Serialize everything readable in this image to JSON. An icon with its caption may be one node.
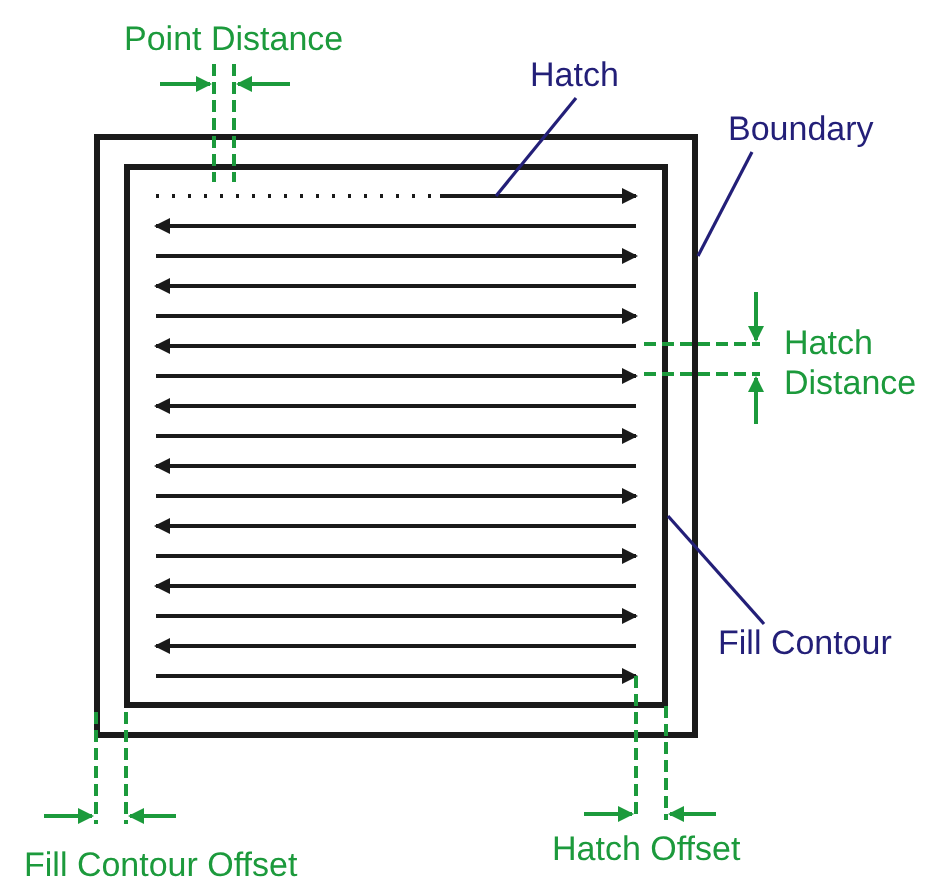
{
  "diagram": {
    "nodes": [
      {
        "text": [
          "Hatch"
        ]
      },
      {
        "text": [
          "Boundary"
        ]
      },
      {
        "text": [],
        "shape": "box"
      },
      {
        "text": [],
        "shape": "box",
        "in": 2
      },
      {
        "text": [],
        "shape": "picture",
        "in": 3
      },
      {
        "text": [
          "Fill Contour"
        ]
      }
    ],
    "edges": [
      {
        "from": 0,
        "to": 4,
        "arrow": "none"
      },
      {
        "from": 1,
        "to": 2,
        "arrow": "none"
      },
      {
        "from": 5,
        "to": 3,
        "arrow": "none"
      }
    ],
    "labels": [
      "Point Distance",
      "Hatch Distance",
      "Fill Contour Offset",
      "Hatch Offset"
    ]
  }
}
